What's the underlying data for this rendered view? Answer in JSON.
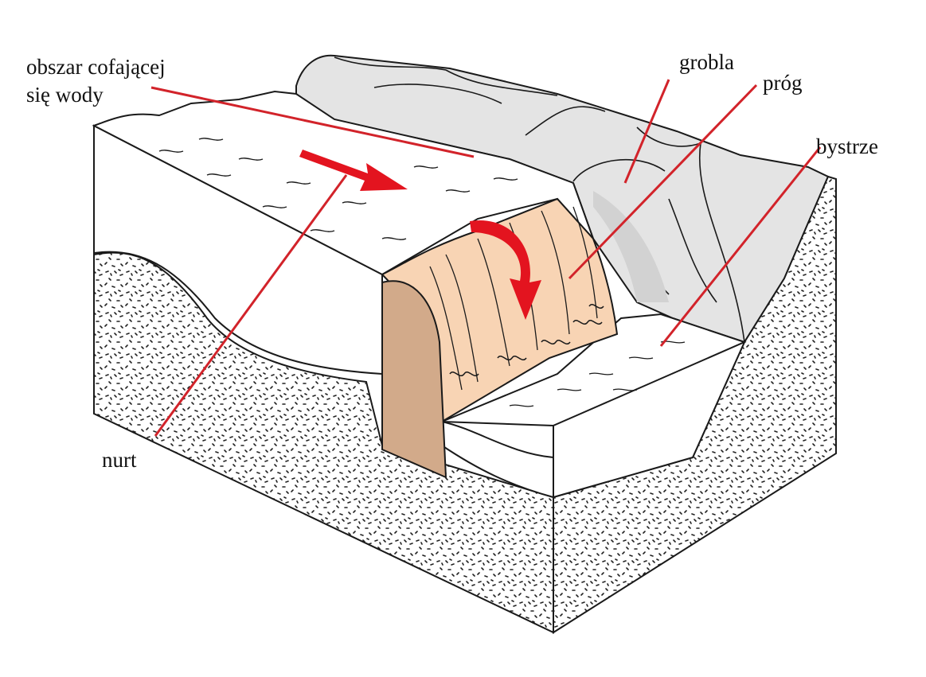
{
  "labels": {
    "backwater_line1": "obszar cofającej",
    "backwater_line2": "się wody",
    "levee": "grobla",
    "sill": "próg",
    "rapids": "bystrze",
    "current": "nurt"
  },
  "colors": {
    "leader_line": "#d2232a",
    "flow_arrow": "#e3141f",
    "sill_face": "#f8d4b4",
    "sill_side": "#d2aa8a",
    "levee_fill": "#e4e4e4",
    "outline": "#1a1a1a"
  }
}
